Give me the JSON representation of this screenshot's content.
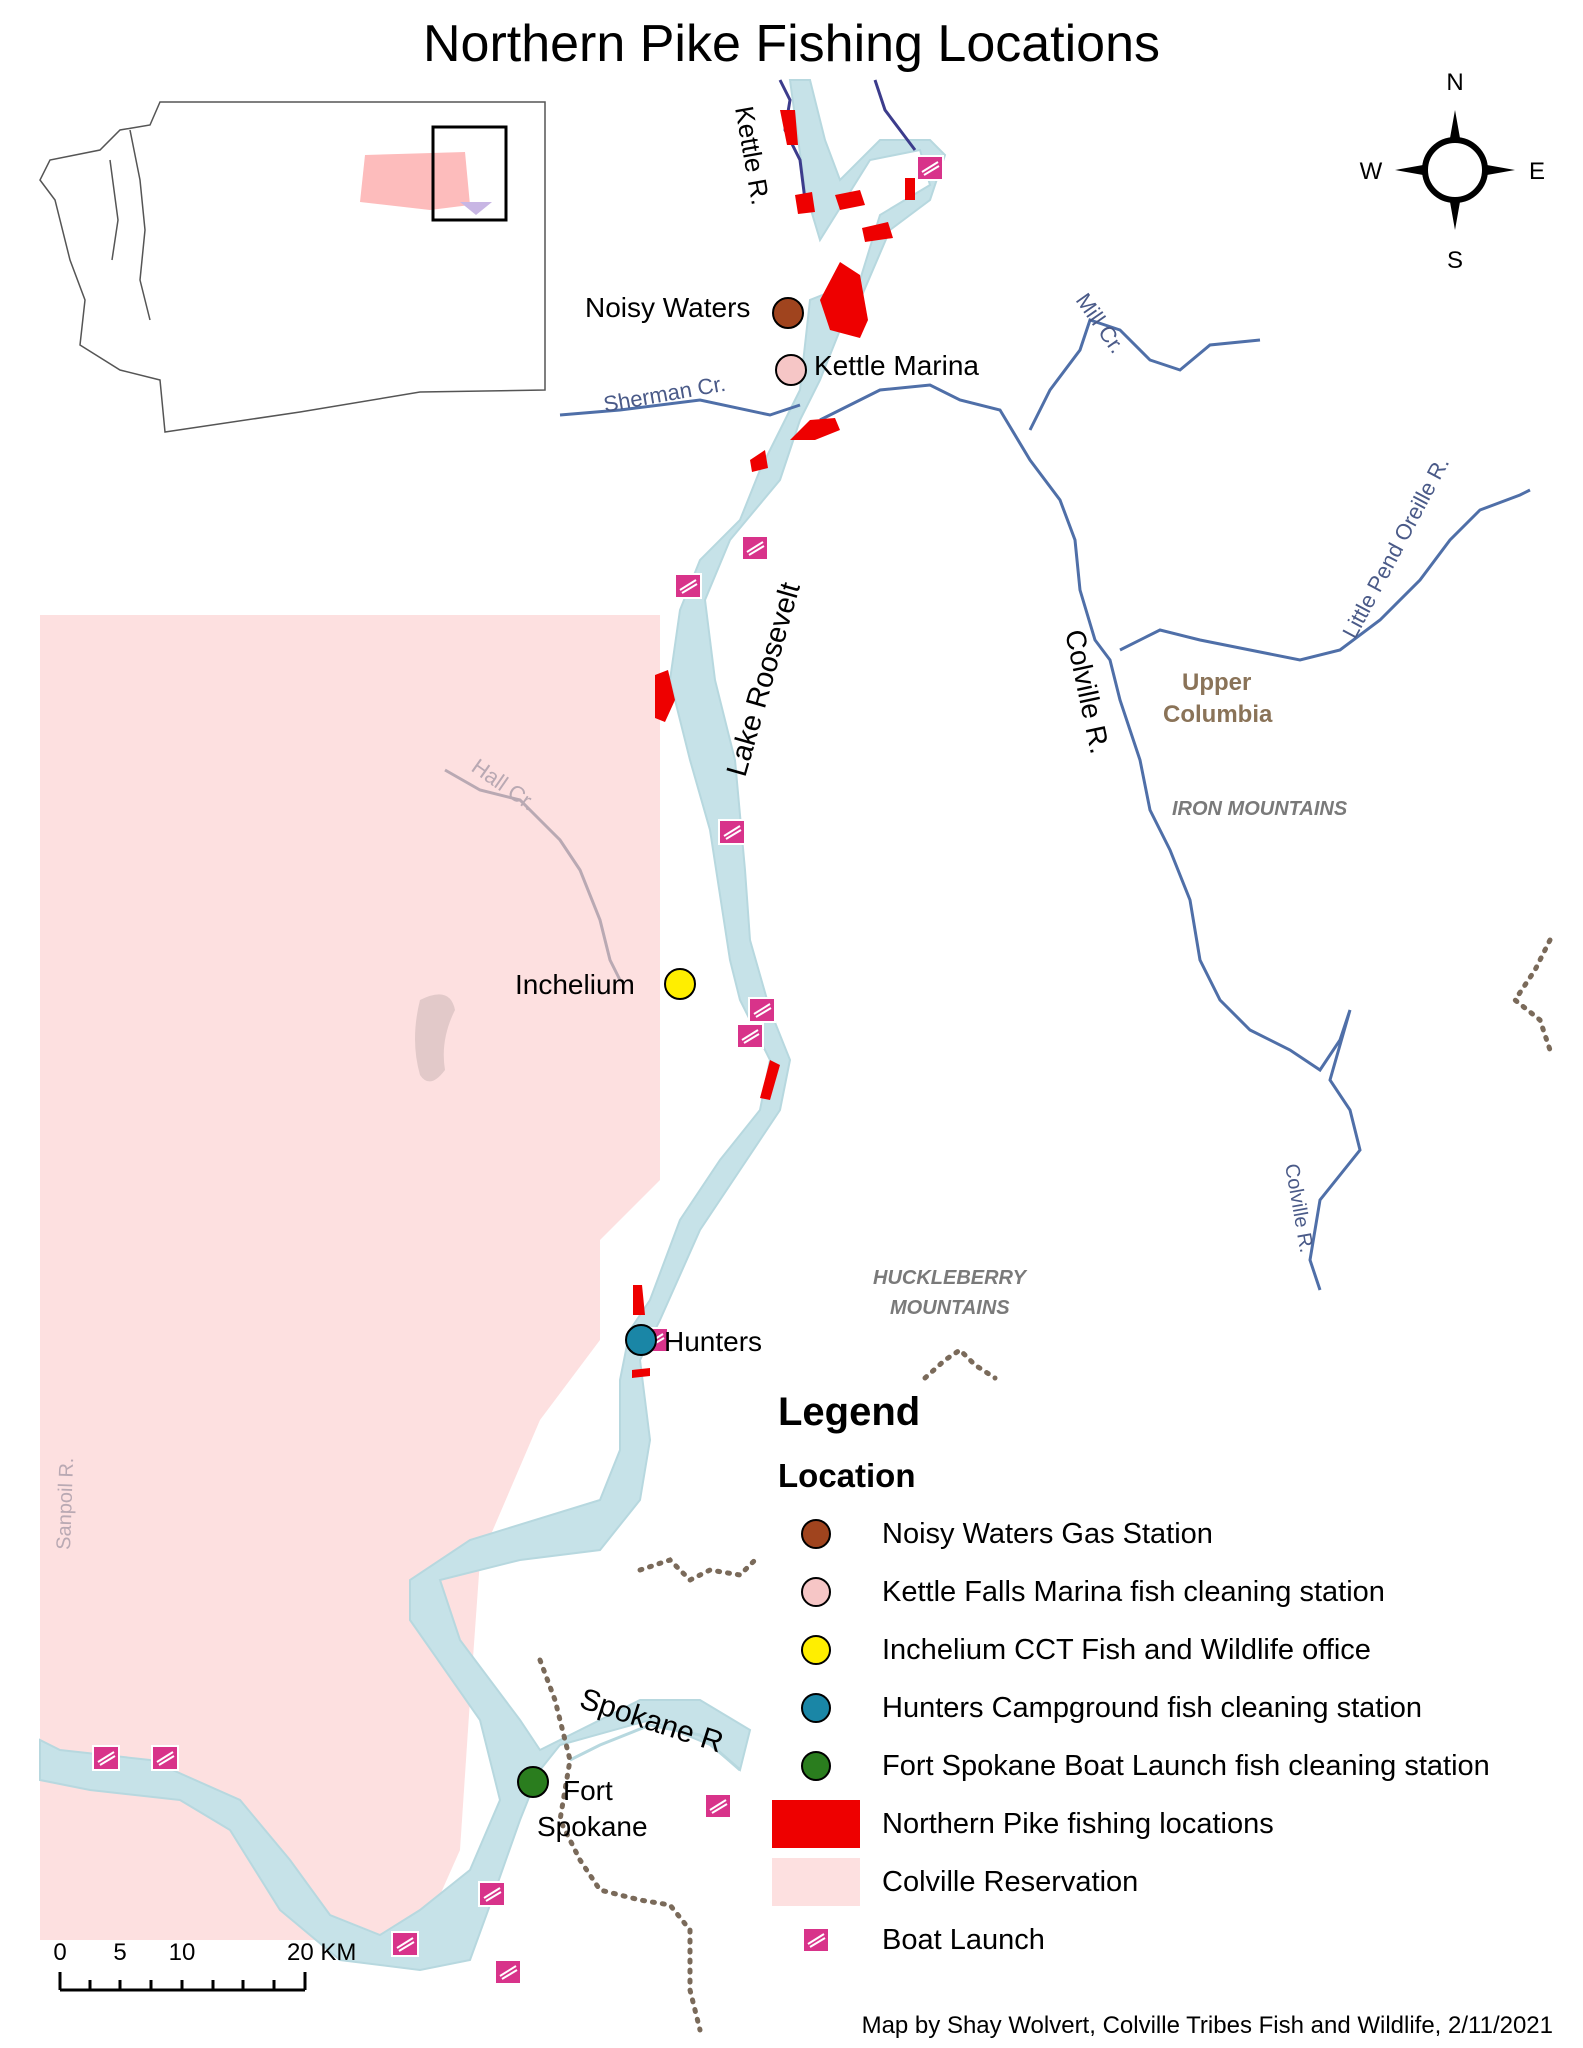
{
  "title": "Northern Pike Fishing Locations",
  "compass": {
    "n": "N",
    "s": "S",
    "e": "E",
    "w": "W"
  },
  "labels": {
    "kettle_river": "Kettle R.",
    "noisy_waters": "Noisy Waters",
    "kettle_marina": "Kettle Marina",
    "sherman_creek": "Sherman Cr.",
    "mill_creek": "Mill Cr.",
    "little_pend_oreille": "Little Pend Oreille R.",
    "lake_roosevelt": "Lake Roosevelt",
    "colville_river": "Colville R.",
    "colville_river_south": "Colville R.",
    "upper_columbia_1": "Upper",
    "upper_columbia_2": "Columbia",
    "iron_mountains": "IRON MOUNTAINS",
    "hall_creek": "Hall Cr.",
    "inchelium": "Inchelium",
    "huckleberry_1": "HUCKLEBERRY",
    "huckleberry_2": "MOUNTAINS",
    "hunters": "Hunters",
    "sanpoil_river": "Sanpoil R.",
    "spokane_river": "Spokane R",
    "fort_spokane_1": "Fort",
    "fort_spokane_2": "Spokane"
  },
  "scale_bar": {
    "t0": "0",
    "t5": "5",
    "t10": "10",
    "t20": "20 KM"
  },
  "legend": {
    "heading": "Legend",
    "subheading": "Location",
    "items": [
      {
        "label": "Noisy Waters Gas Station",
        "color": "#a0441e"
      },
      {
        "label": "Kettle Falls Marina fish cleaning station",
        "color": "#f6c6c6"
      },
      {
        "label": "Inchelium CCT Fish and Wildlife office",
        "color": "#ffee00"
      },
      {
        "label": "Hunters Campground fish cleaning station",
        "color": "#1a86a6"
      },
      {
        "label": "Fort Spokane Boat Launch fish cleaning station",
        "color": "#2a7d1e"
      },
      {
        "label": "Northern Pike fishing locations",
        "color": "#ee0000"
      },
      {
        "label": "Colville Reservation",
        "color": "#fde0e0"
      },
      {
        "label": "Boat Launch",
        "color": "#d8338a"
      }
    ]
  },
  "credit": "Map by Shay Wolvert, Colville Tribes Fish and Wildlife, 2/11/2021"
}
